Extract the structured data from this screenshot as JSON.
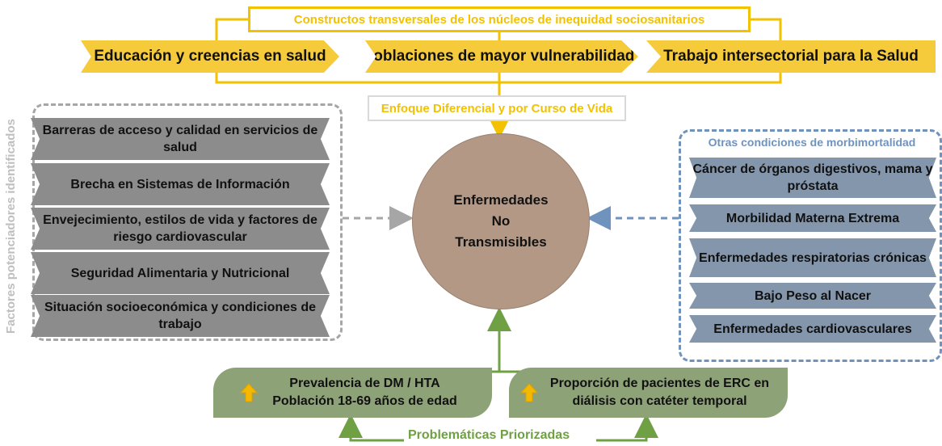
{
  "top": {
    "title": "Constructos transversales de los núcleos de inequidad sociosanitarios",
    "bands": [
      "Educación y creencias en salud",
      "Poblaciones de mayor vulnerabilidad",
      "Trabajo intersectorial para la Salud"
    ],
    "enfoque": "Enfoque Diferencial y por Curso de Vida"
  },
  "left": {
    "label": "Factores potenciadores identificados",
    "items": [
      "Barreras de acceso y calidad en servicios de salud",
      "Brecha en Sistemas de Información",
      "Envejecimiento, estilos de vida y factores de riesgo cardiovascular",
      "Seguridad Alimentaria y Nutricional",
      "Situación socioeconómica y condiciones de trabajo"
    ]
  },
  "center": {
    "label": "Enfermedades No Transmisibles"
  },
  "right": {
    "title": "Otras condiciones de morbimortalidad",
    "items": [
      "Cáncer de órganos digestivos, mama y próstata",
      "Morbilidad Materna Extrema",
      "Enfermedades respiratorias crónicas",
      "Bajo Peso al Nacer",
      "Enfermedades cardiovasculares"
    ]
  },
  "bottom": {
    "box1": "Prevalencia de DM / HTA Población 18-69 años de edad",
    "box2": "Proporción de pacientes de ERC en diálisis con catéter temporal",
    "label": "Problemáticas Priorizadas"
  },
  "colors": {
    "yellow": "#f5cb3b",
    "gray": "#8c8c8c",
    "blue": "#6f93bd",
    "green": "#70a044",
    "brown": "#b49886"
  },
  "icons": [
    "up-arrow-icon"
  ]
}
